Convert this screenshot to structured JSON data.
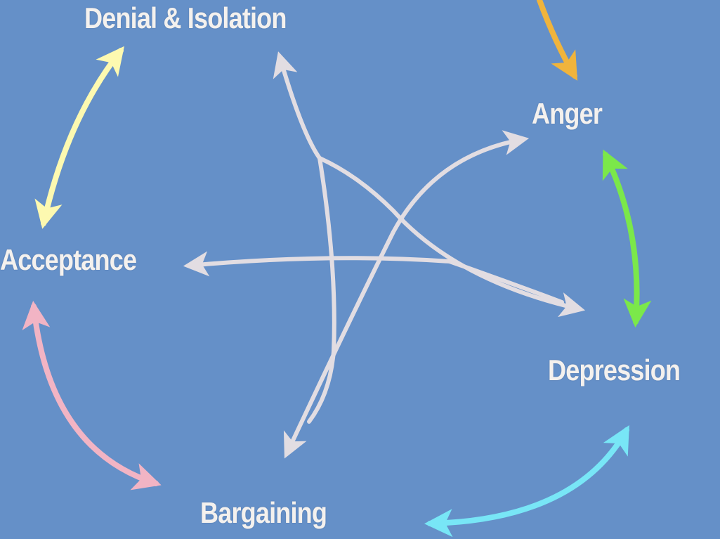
{
  "title": "Five stages of grief",
  "stages": {
    "denial": "Denial & Isolation",
    "anger": "Anger",
    "depression": "Depression",
    "bargaining": "Bargaining",
    "acceptance": "Acceptance"
  },
  "colors": {
    "background": "#6590c8",
    "label": "#f4f1ee",
    "denial_acceptance": "#fdf9b0",
    "anger_depression": "#7be84a",
    "depression_bargaining": "#78e6f6",
    "bargaining_acceptance": "#f2b4c4",
    "incoming_anger": "#f0b43c",
    "star": "#e2dde2"
  }
}
